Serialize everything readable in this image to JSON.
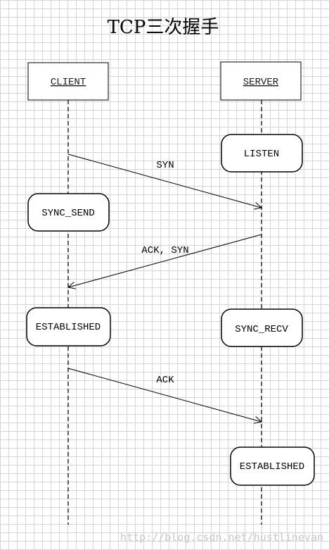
{
  "title": "TCP三次握手",
  "actors": {
    "client": "CLIENT",
    "server": "SERVER"
  },
  "states": {
    "server_listen": "LISTEN",
    "client_sync_send": "SYNC_SEND",
    "client_established": "ESTABLISHED",
    "server_sync_recv": "SYNC_RECV",
    "server_established": "ESTABLISHED"
  },
  "messages": {
    "syn": "SYN",
    "ack_syn": "ACK, SYN",
    "ack": "ACK"
  },
  "watermark": "http://blog.csdn.net/hustlinevan"
}
